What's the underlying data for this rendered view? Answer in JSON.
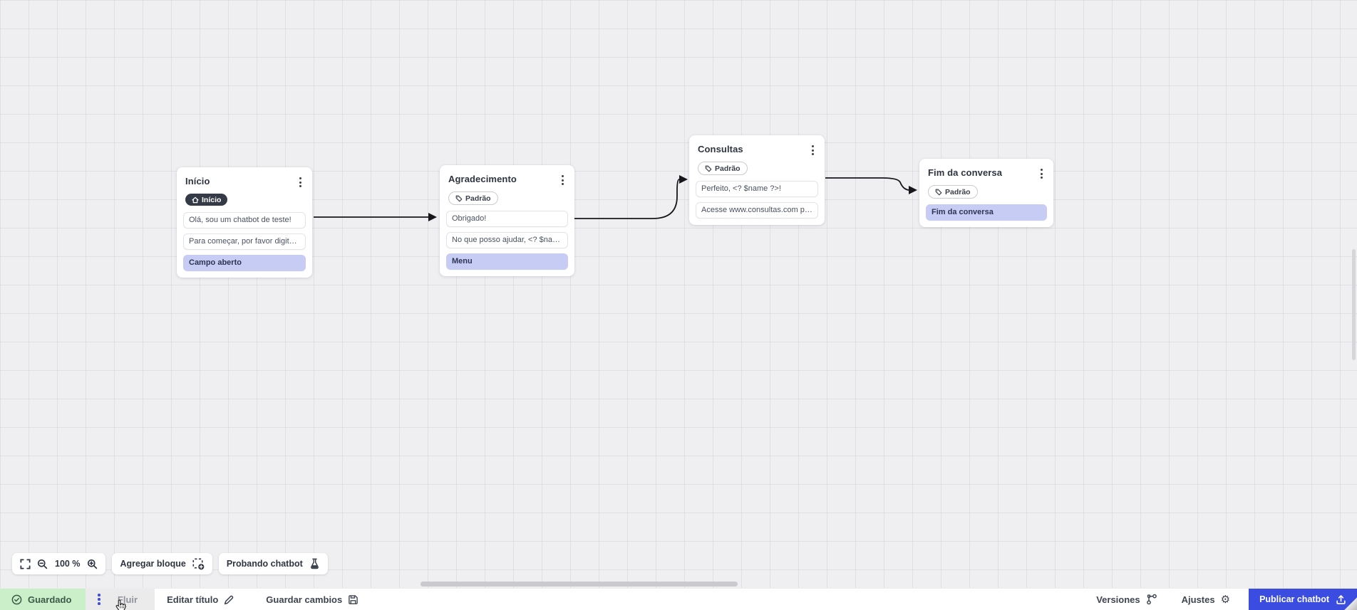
{
  "canvas": {
    "zoom_value": "100 %",
    "nodes": [
      {
        "title": "Início",
        "badge": {
          "label": "Início",
          "style": "dark",
          "icon": "home-icon"
        },
        "rows": [
          {
            "text": "Olá, sou um chatbot de teste!",
            "type": "message"
          },
          {
            "text": "Para começar, por favor digite o ...",
            "type": "message"
          },
          {
            "text": "Campo aberto",
            "type": "action"
          }
        ]
      },
      {
        "title": "Agradecimento",
        "badge": {
          "label": "Padrão",
          "style": "outline",
          "icon": "tag-icon"
        },
        "rows": [
          {
            "text": "Obrigado!",
            "type": "message"
          },
          {
            "text": "No que posso ajudar, <? $name ...",
            "type": "message"
          },
          {
            "text": "Menu",
            "type": "action"
          }
        ]
      },
      {
        "title": "Consultas",
        "badge": {
          "label": "Padrão",
          "style": "outline",
          "icon": "tag-icon"
        },
        "rows": [
          {
            "text": "Perfeito, <? $name ?>!",
            "type": "message"
          },
          {
            "text": "Acesse www.consultas.com par...",
            "type": "message"
          }
        ]
      },
      {
        "title": "Fim da conversa",
        "badge": {
          "label": "Padrão",
          "style": "outline",
          "icon": "tag-icon"
        },
        "rows": [
          {
            "text": "Fim da conversa",
            "type": "action"
          }
        ]
      }
    ]
  },
  "toolbar": {
    "fit_icon": "fit-screen-icon",
    "zoom_out_icon": "zoom-out-icon",
    "zoom_value": "100 %",
    "zoom_in_icon": "zoom-in-icon",
    "add_block_label": "Agregar bloque",
    "add_block_icon": "add-block-icon",
    "test_chatbot_label": "Probando chatbot",
    "test_chatbot_icon": "flask-icon"
  },
  "statusbar": {
    "saved_label": "Guardado",
    "saved_icon": "check-circle-icon",
    "flow_tab_label": "Fluir",
    "edit_title_label": "Editar título",
    "edit_title_icon": "pencil-icon",
    "save_changes_label": "Guardar cambios",
    "save_changes_icon": "save-icon",
    "versions_label": "Versiones",
    "versions_icon": "git-branch-icon",
    "settings_label": "Ajustes",
    "settings_icon": "gear-icon",
    "settings_glyph": "⚙",
    "publish_label": "Publicar chatbot",
    "publish_icon": "upload-icon"
  },
  "colors": {
    "accent_blue": "#3b4ce1",
    "action_row_lavender": "#c6ccf4",
    "saved_green_bg": "#cbefc8",
    "badge_dark_bg": "#343b46",
    "canvas_bg": "#efeff1",
    "connector": "#17171b"
  }
}
